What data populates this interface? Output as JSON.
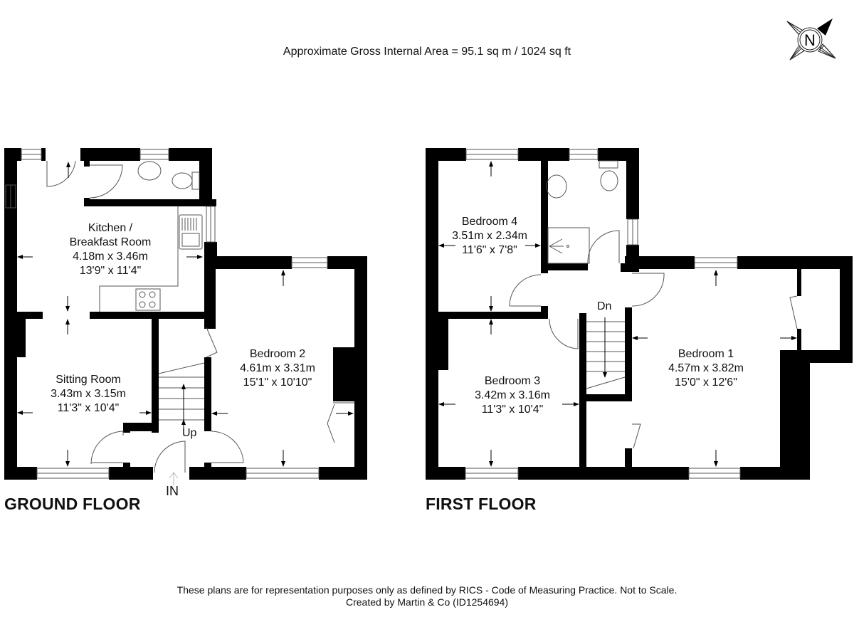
{
  "header": {
    "area_text": "Approximate Gross Internal Area = 95.1 sq m / 1024 sq ft",
    "compass_letter": "N",
    "compass_icon": "north-compass-icon"
  },
  "ground_floor": {
    "label": "GROUND FLOOR",
    "entrance_label": "IN",
    "stairs_label": "Up",
    "rooms": [
      {
        "name_line1": "Kitchen /",
        "name_line2": "Breakfast Room",
        "metric": "4.18m x 3.46m",
        "imperial": "13'9\" x 11'4\""
      },
      {
        "name": "Sitting Room",
        "metric": "3.43m x 3.15m",
        "imperial": "11'3\" x 10'4\""
      },
      {
        "name": "Bedroom 2",
        "metric": "4.61m x 3.31m",
        "imperial": "15'1\" x 10'10\""
      }
    ]
  },
  "first_floor": {
    "label": "FIRST FLOOR",
    "stairs_label": "Dn",
    "rooms": [
      {
        "name": "Bedroom 4",
        "metric": "3.51m x 2.34m",
        "imperial": "11'6\" x 7'8\""
      },
      {
        "name": "Bedroom 3",
        "metric": "3.42m x 3.16m",
        "imperial": "11'3\" x 10'4\""
      },
      {
        "name": "Bedroom 1",
        "metric": "4.57m x 3.82m",
        "imperial": "15'0\" x 12'6\""
      }
    ]
  },
  "footer": {
    "line1": "These plans are for representation purposes only as defined by RICS - Code of Measuring Practice. Not to Scale.",
    "line2": "Created by Martin & Co (ID1254694)"
  },
  "colors": {
    "wall": "#000000",
    "background": "#ffffff",
    "fixture_line": "#777777"
  }
}
